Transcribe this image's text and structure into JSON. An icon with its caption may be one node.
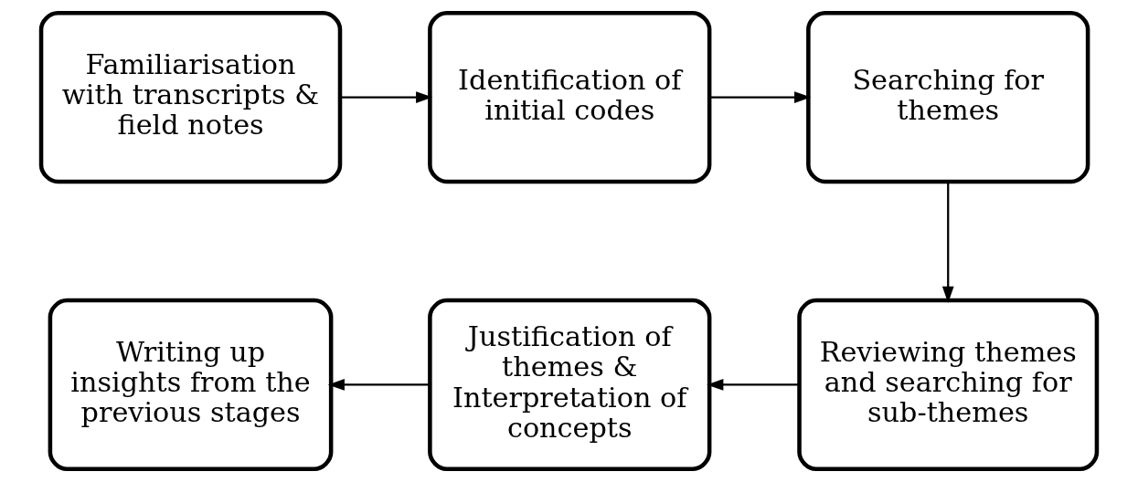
{
  "diagram": {
    "nodes": [
      {
        "text": [
          "Familiarisation with transcripts & field notes"
        ]
      },
      {
        "text": [
          "Identification of initial codes"
        ]
      },
      {
        "text": [
          "Searching for themes"
        ]
      },
      {
        "text": [
          "Reviewing themes and searching for sub-themes"
        ]
      },
      {
        "text": [
          "Justification of themes & Interpretation of concepts"
        ]
      },
      {
        "text": [
          "Writing up insights from the previous stages"
        ]
      }
    ],
    "edges": [
      {
        "from": 0,
        "to": 1,
        "arrow": "to"
      },
      {
        "from": 1,
        "to": 2,
        "arrow": "to"
      },
      {
        "from": 2,
        "to": 3,
        "arrow": "to"
      },
      {
        "from": 3,
        "to": 4,
        "arrow": "to"
      },
      {
        "from": 4,
        "to": 5,
        "arrow": "to"
      }
    ]
  }
}
